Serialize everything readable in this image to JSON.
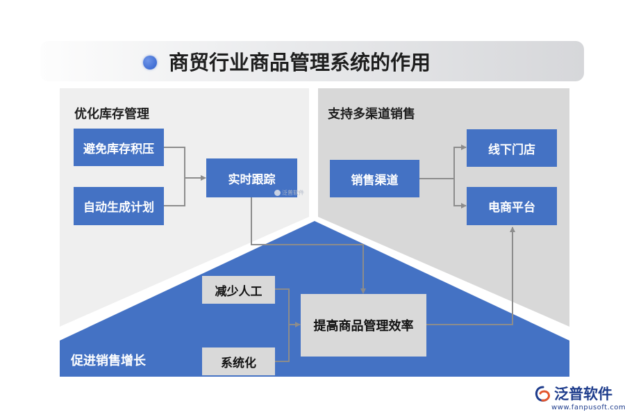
{
  "title": "商贸行业商品管理系统的作用",
  "sections": {
    "inventory": "优化库存管理",
    "channels": "支持多渠道销售",
    "growth": "促进销售增长"
  },
  "nodes": {
    "avoid_backlog": "避免库存积压",
    "auto_plan": "自动生成计划",
    "realtime_tracking": "实时跟踪",
    "sales_channels": "销售渠道",
    "offline_store": "线下门店",
    "ecommerce": "电商平台",
    "reduce_labor": "减少人工",
    "systematize": "系统化",
    "efficiency": "提高商品管理效率"
  },
  "watermark": "泛普软件",
  "brand": {
    "name": "泛普软件",
    "url": "www.fanpusoft.com"
  },
  "colors": {
    "accent": "#4472c4",
    "panel": "#efefef",
    "panel_dark": "#d8d8d8",
    "connector": "#8c8c8c"
  }
}
